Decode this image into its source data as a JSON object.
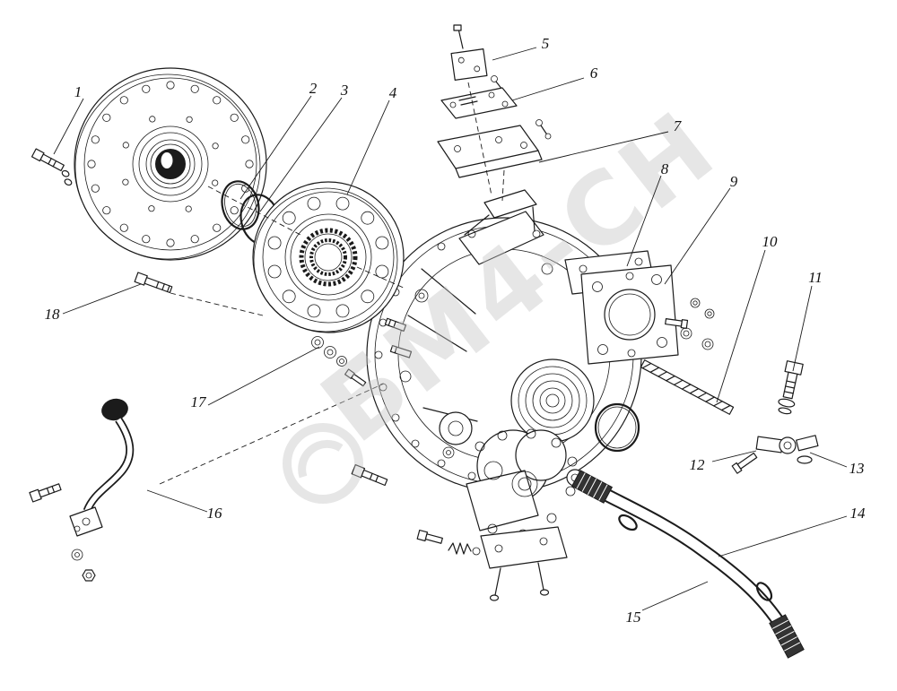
{
  "diagram": {
    "watermark": "БМ4-СН",
    "background": "#ffffff",
    "line_color": "#1b1b1b",
    "watermark_color": "#c6c6c6",
    "knob_color": "#111111",
    "callouts": [
      {
        "n": "1"
      },
      {
        "n": "2"
      },
      {
        "n": "3"
      },
      {
        "n": "4"
      },
      {
        "n": "5"
      },
      {
        "n": "6"
      },
      {
        "n": "7"
      },
      {
        "n": "8"
      },
      {
        "n": "9"
      },
      {
        "n": "10"
      },
      {
        "n": "11"
      },
      {
        "n": "12"
      },
      {
        "n": "13"
      },
      {
        "n": "14"
      },
      {
        "n": "15"
      },
      {
        "n": "16"
      },
      {
        "n": "17"
      },
      {
        "n": "18"
      }
    ]
  }
}
